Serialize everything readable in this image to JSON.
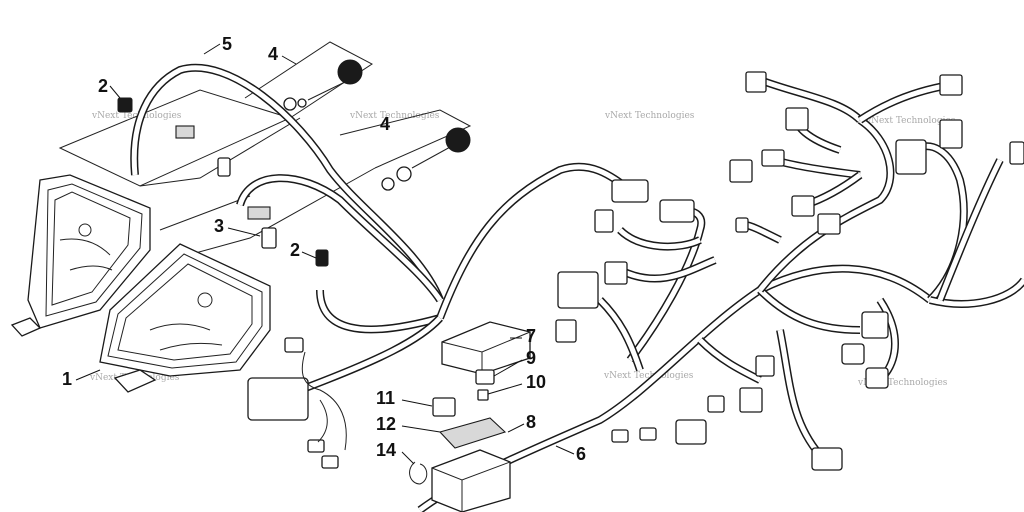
{
  "callouts": [
    {
      "id": "c1",
      "text": "1"
    },
    {
      "id": "c2a",
      "text": "2"
    },
    {
      "id": "c2b",
      "text": "2"
    },
    {
      "id": "c3",
      "text": "3"
    },
    {
      "id": "c4",
      "text": "4"
    },
    {
      "id": "c4b",
      "text": "4"
    },
    {
      "id": "c5",
      "text": "5"
    },
    {
      "id": "c6",
      "text": "6"
    },
    {
      "id": "c7",
      "text": "7"
    },
    {
      "id": "c8",
      "text": "8"
    },
    {
      "id": "c9",
      "text": "9"
    },
    {
      "id": "c10",
      "text": "10"
    },
    {
      "id": "c11",
      "text": "11"
    },
    {
      "id": "c12",
      "text": "12"
    },
    {
      "id": "c14",
      "text": "14"
    }
  ],
  "watermark": "vNext Technologies",
  "colors": {
    "line": "#1a1a1a",
    "background": "#ffffff",
    "watermark": "#9a9a9a"
  }
}
